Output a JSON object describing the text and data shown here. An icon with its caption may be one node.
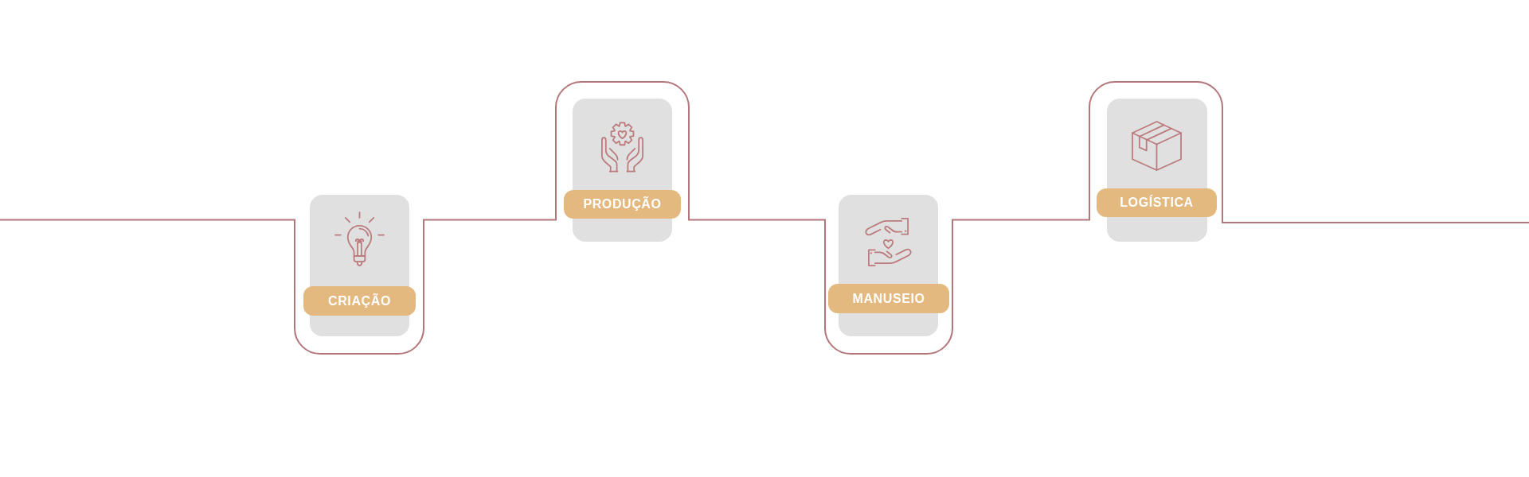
{
  "diagram": {
    "nodes": [
      {
        "text": [
          "CRIAÇÃO"
        ]
      },
      {
        "text": [
          "PRODUÇÃO"
        ]
      },
      {
        "text": [
          "MANUSEIO"
        ]
      },
      {
        "text": [
          "LOGÍSTICA"
        ]
      }
    ]
  }
}
